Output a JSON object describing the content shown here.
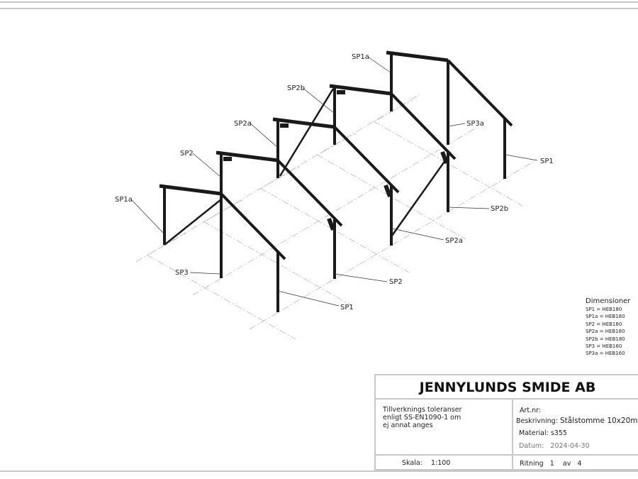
{
  "labels": {
    "sp1a_top": "SP1a",
    "sp2b_top": "SP2b",
    "sp2a_left": "SP2a",
    "sp2_left": "SP2",
    "sp1a_left": "SP1a",
    "sp3_left": "SP3",
    "sp3a_right": "SP3a",
    "sp1_right": "SP1",
    "sp2b_right": "SP2b",
    "sp2a_right": "SP2a",
    "sp2_bottom": "SP2",
    "sp1_bottom": "SP1"
  },
  "dimensions": {
    "title": "Dimensioner",
    "items": [
      "SP1 = HEB180",
      "SP1a = HEB180",
      "SP2 = HEB180",
      "SP2a = HEB180",
      "SP2b = HEB180",
      "SP3 = HEB160",
      "SP3a = HEB160"
    ]
  },
  "title_block": {
    "company": "JENNYLUNDS SMIDE AB",
    "tolerance_lines": [
      "Tillverknings toleranser",
      "enligt SS-EN1090-1 om",
      "ej annat anges"
    ],
    "art_nr_label": "Art.nr:",
    "description_label": "Beskrivning:",
    "description_value": "Stålstomme 10x20m",
    "material_label": "Material:",
    "material_value": "s355",
    "date_label": "Datum:",
    "date_value": "2024-04-30",
    "scale_label": "Skala:",
    "scale_value": "1:100",
    "drawing_label": "Ritning",
    "drawing_number": "1",
    "of_label": "av",
    "drawing_total": "4"
  }
}
